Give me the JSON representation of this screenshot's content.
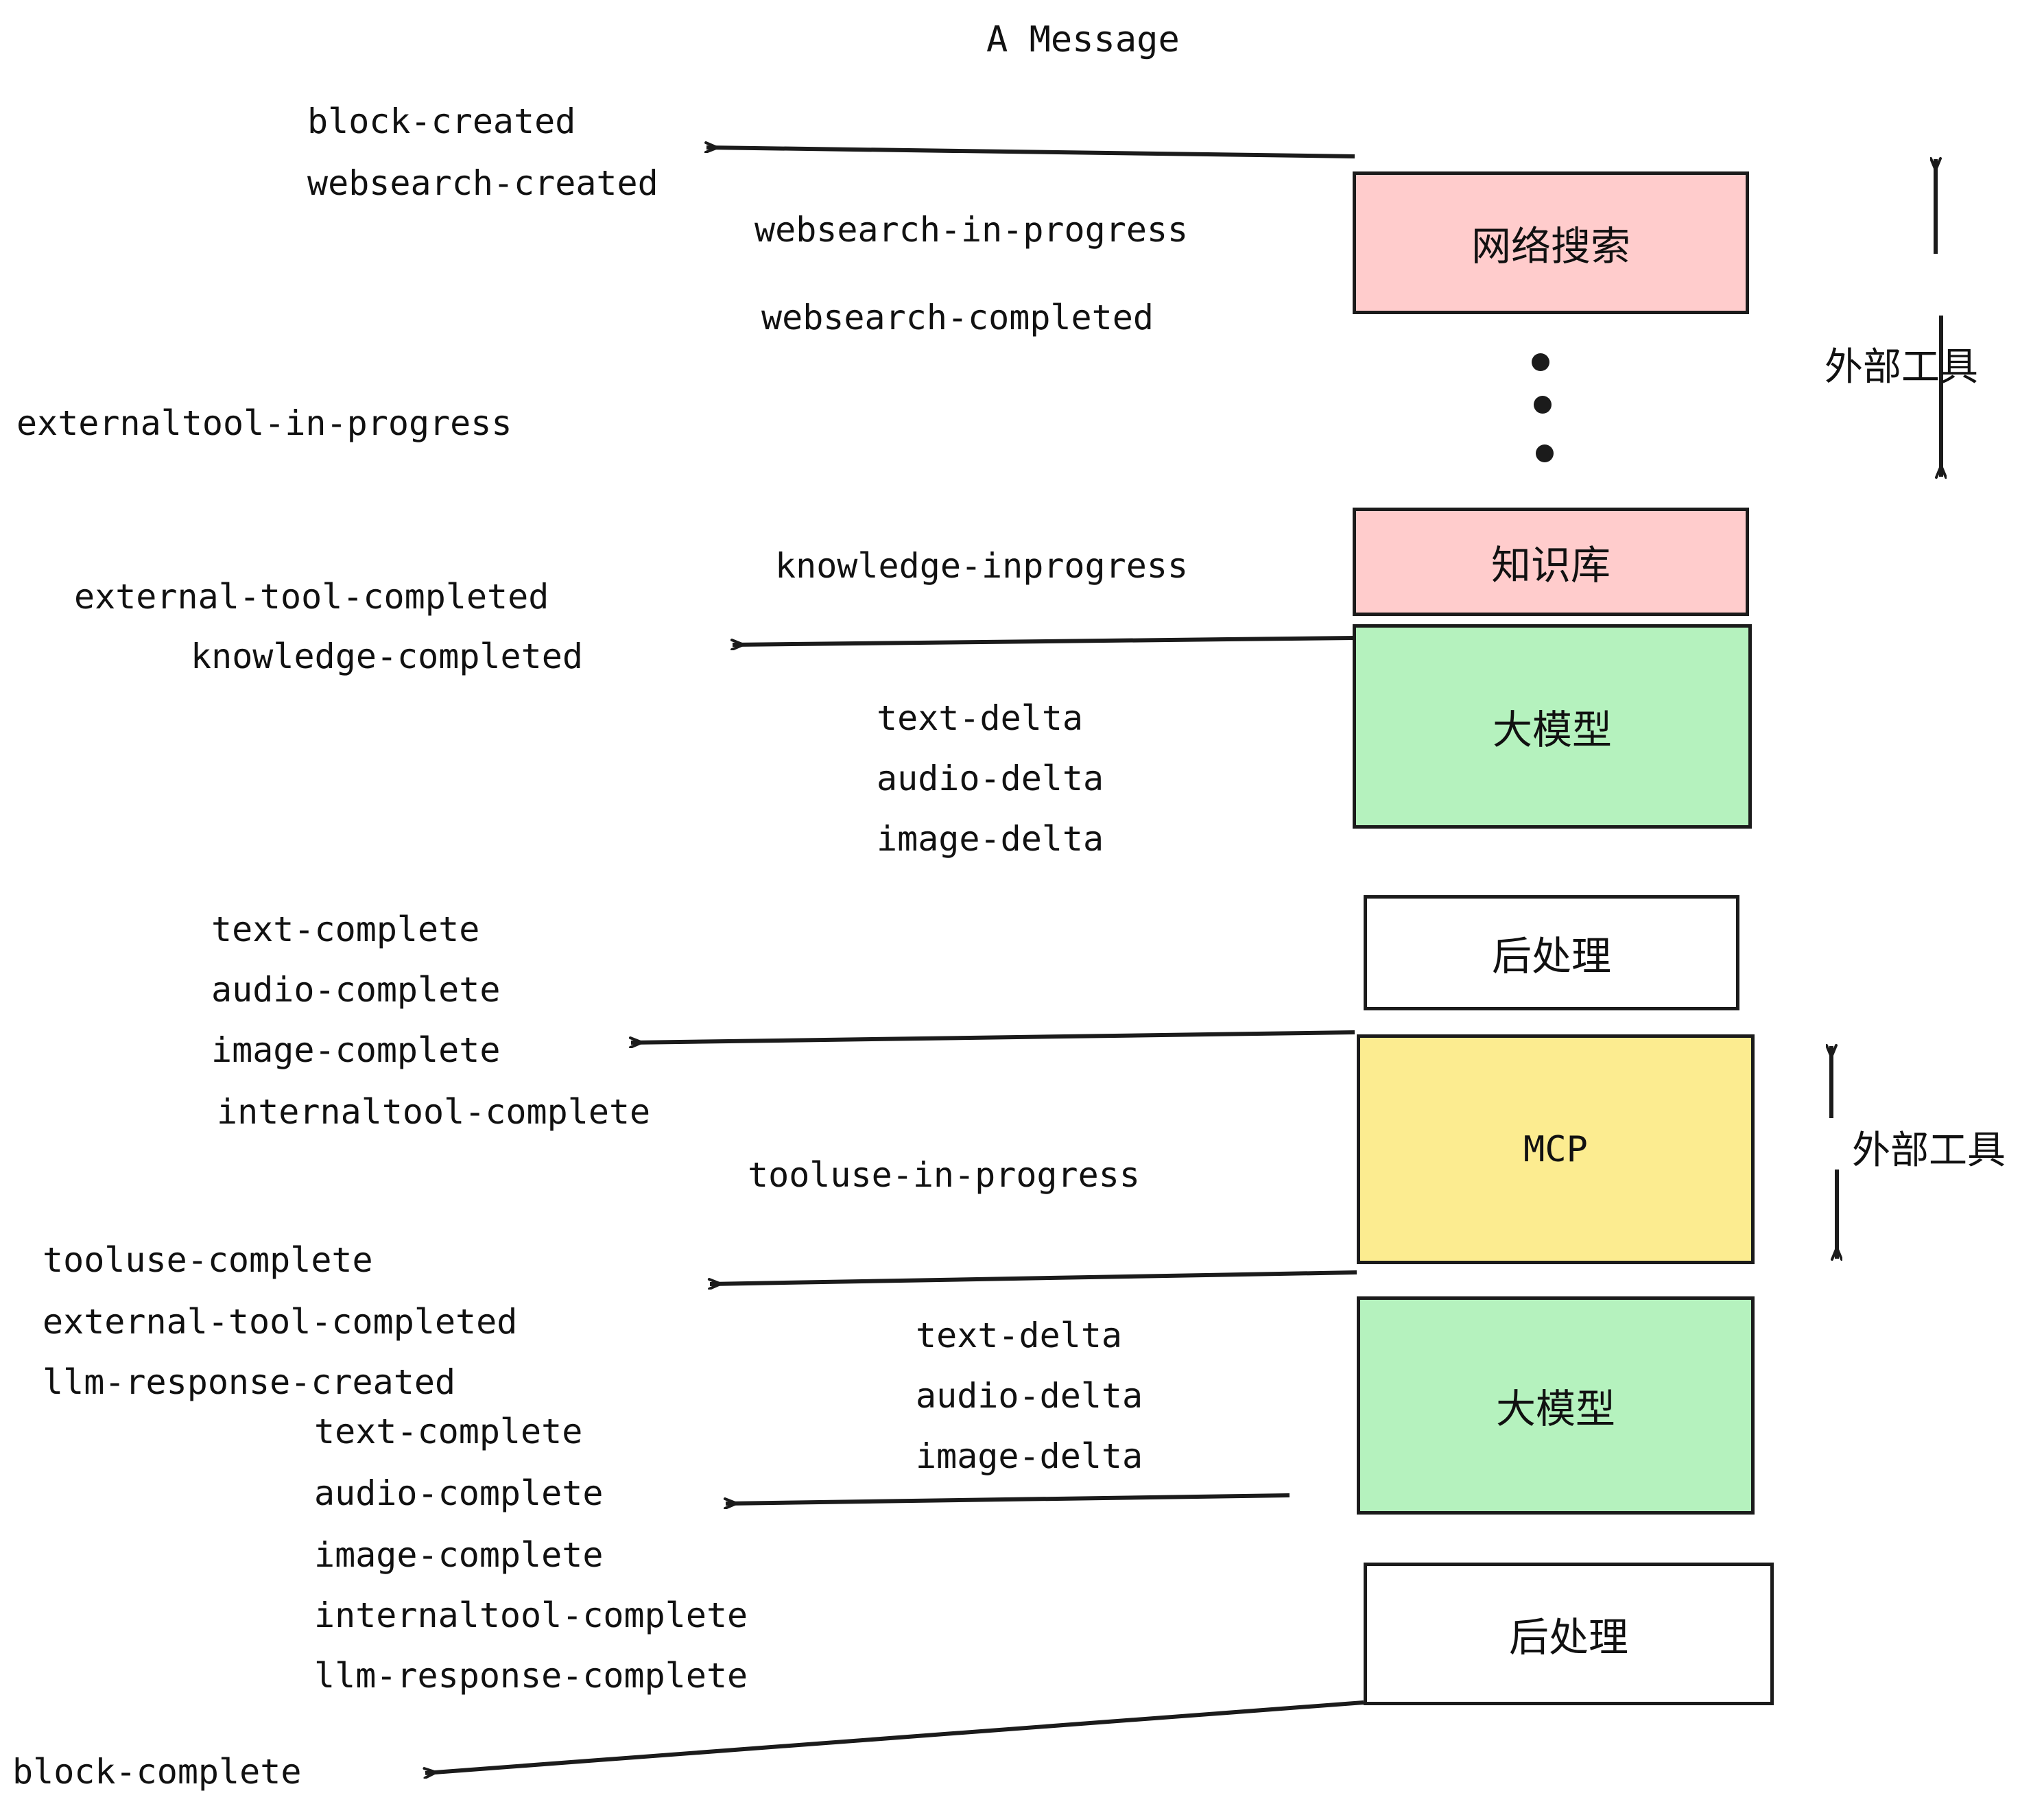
{
  "title": "A Message",
  "colors": {
    "pink": "#FFCCCC",
    "green": "#B5F2BE",
    "yellow": "#FCEC90",
    "white": "#FFFFFF",
    "stroke": "#1B1B1B",
    "background": "#FFFFFF"
  },
  "boxes": [
    {
      "id": "websearch",
      "label": "网络搜索",
      "fill": "#FFCCCC"
    },
    {
      "id": "knowledge",
      "label": "知识库",
      "fill": "#FFCCCC"
    },
    {
      "id": "llm-1",
      "label": "大模型",
      "fill": "#B5F2BE"
    },
    {
      "id": "postprocess-1",
      "label": "后处理",
      "fill": "#FFFFFF"
    },
    {
      "id": "mcp",
      "label": "MCP",
      "fill": "#FCEC90"
    },
    {
      "id": "llm-2",
      "label": "大模型",
      "fill": "#B5F2BE"
    },
    {
      "id": "postprocess-2",
      "label": "后处理",
      "fill": "#FFFFFF"
    }
  ],
  "side_labels": [
    {
      "id": "external-tool-top",
      "text": "外部工具"
    },
    {
      "id": "external-tool-bottom",
      "text": "外部工具"
    }
  ],
  "events": [
    {
      "id": "block-created",
      "text": "block-created"
    },
    {
      "id": "websearch-created",
      "text": "websearch-created"
    },
    {
      "id": "websearch-in-progress",
      "text": "websearch-in-progress"
    },
    {
      "id": "websearch-completed",
      "text": "websearch-completed"
    },
    {
      "id": "externaltool-in-progress",
      "text": "externaltool-in-progress"
    },
    {
      "id": "knowledge-inprogress",
      "text": "knowledge-inprogress"
    },
    {
      "id": "external-tool-completed-1",
      "text": "external-tool-completed"
    },
    {
      "id": "knowledge-completed",
      "text": "knowledge-completed"
    },
    {
      "id": "text-delta-1",
      "text": "text-delta"
    },
    {
      "id": "audio-delta-1",
      "text": "audio-delta"
    },
    {
      "id": "image-delta-1",
      "text": "image-delta"
    },
    {
      "id": "text-complete-1",
      "text": "text-complete"
    },
    {
      "id": "audio-complete-1",
      "text": "audio-complete"
    },
    {
      "id": "image-complete-1",
      "text": "image-complete"
    },
    {
      "id": "internaltool-complete-1",
      "text": "internaltool-complete"
    },
    {
      "id": "tooluse-in-progress",
      "text": "tooluse-in-progress"
    },
    {
      "id": "tooluse-complete",
      "text": "tooluse-complete"
    },
    {
      "id": "external-tool-completed-2",
      "text": "external-tool-completed"
    },
    {
      "id": "llm-response-created",
      "text": "llm-response-created"
    },
    {
      "id": "text-delta-2",
      "text": "text-delta"
    },
    {
      "id": "audio-delta-2",
      "text": "audio-delta"
    },
    {
      "id": "image-delta-2",
      "text": "image-delta"
    },
    {
      "id": "text-complete-2",
      "text": "text-complete"
    },
    {
      "id": "audio-complete-2",
      "text": "audio-complete"
    },
    {
      "id": "image-complete-2",
      "text": "image-complete"
    },
    {
      "id": "internaltool-complete-2",
      "text": "internaltool-complete"
    },
    {
      "id": "llm-response-complete",
      "text": "llm-response-complete"
    },
    {
      "id": "block-complete",
      "text": "block-complete"
    }
  ],
  "ellipsis": {
    "id": "vertical-ellipsis",
    "dots": 3
  }
}
